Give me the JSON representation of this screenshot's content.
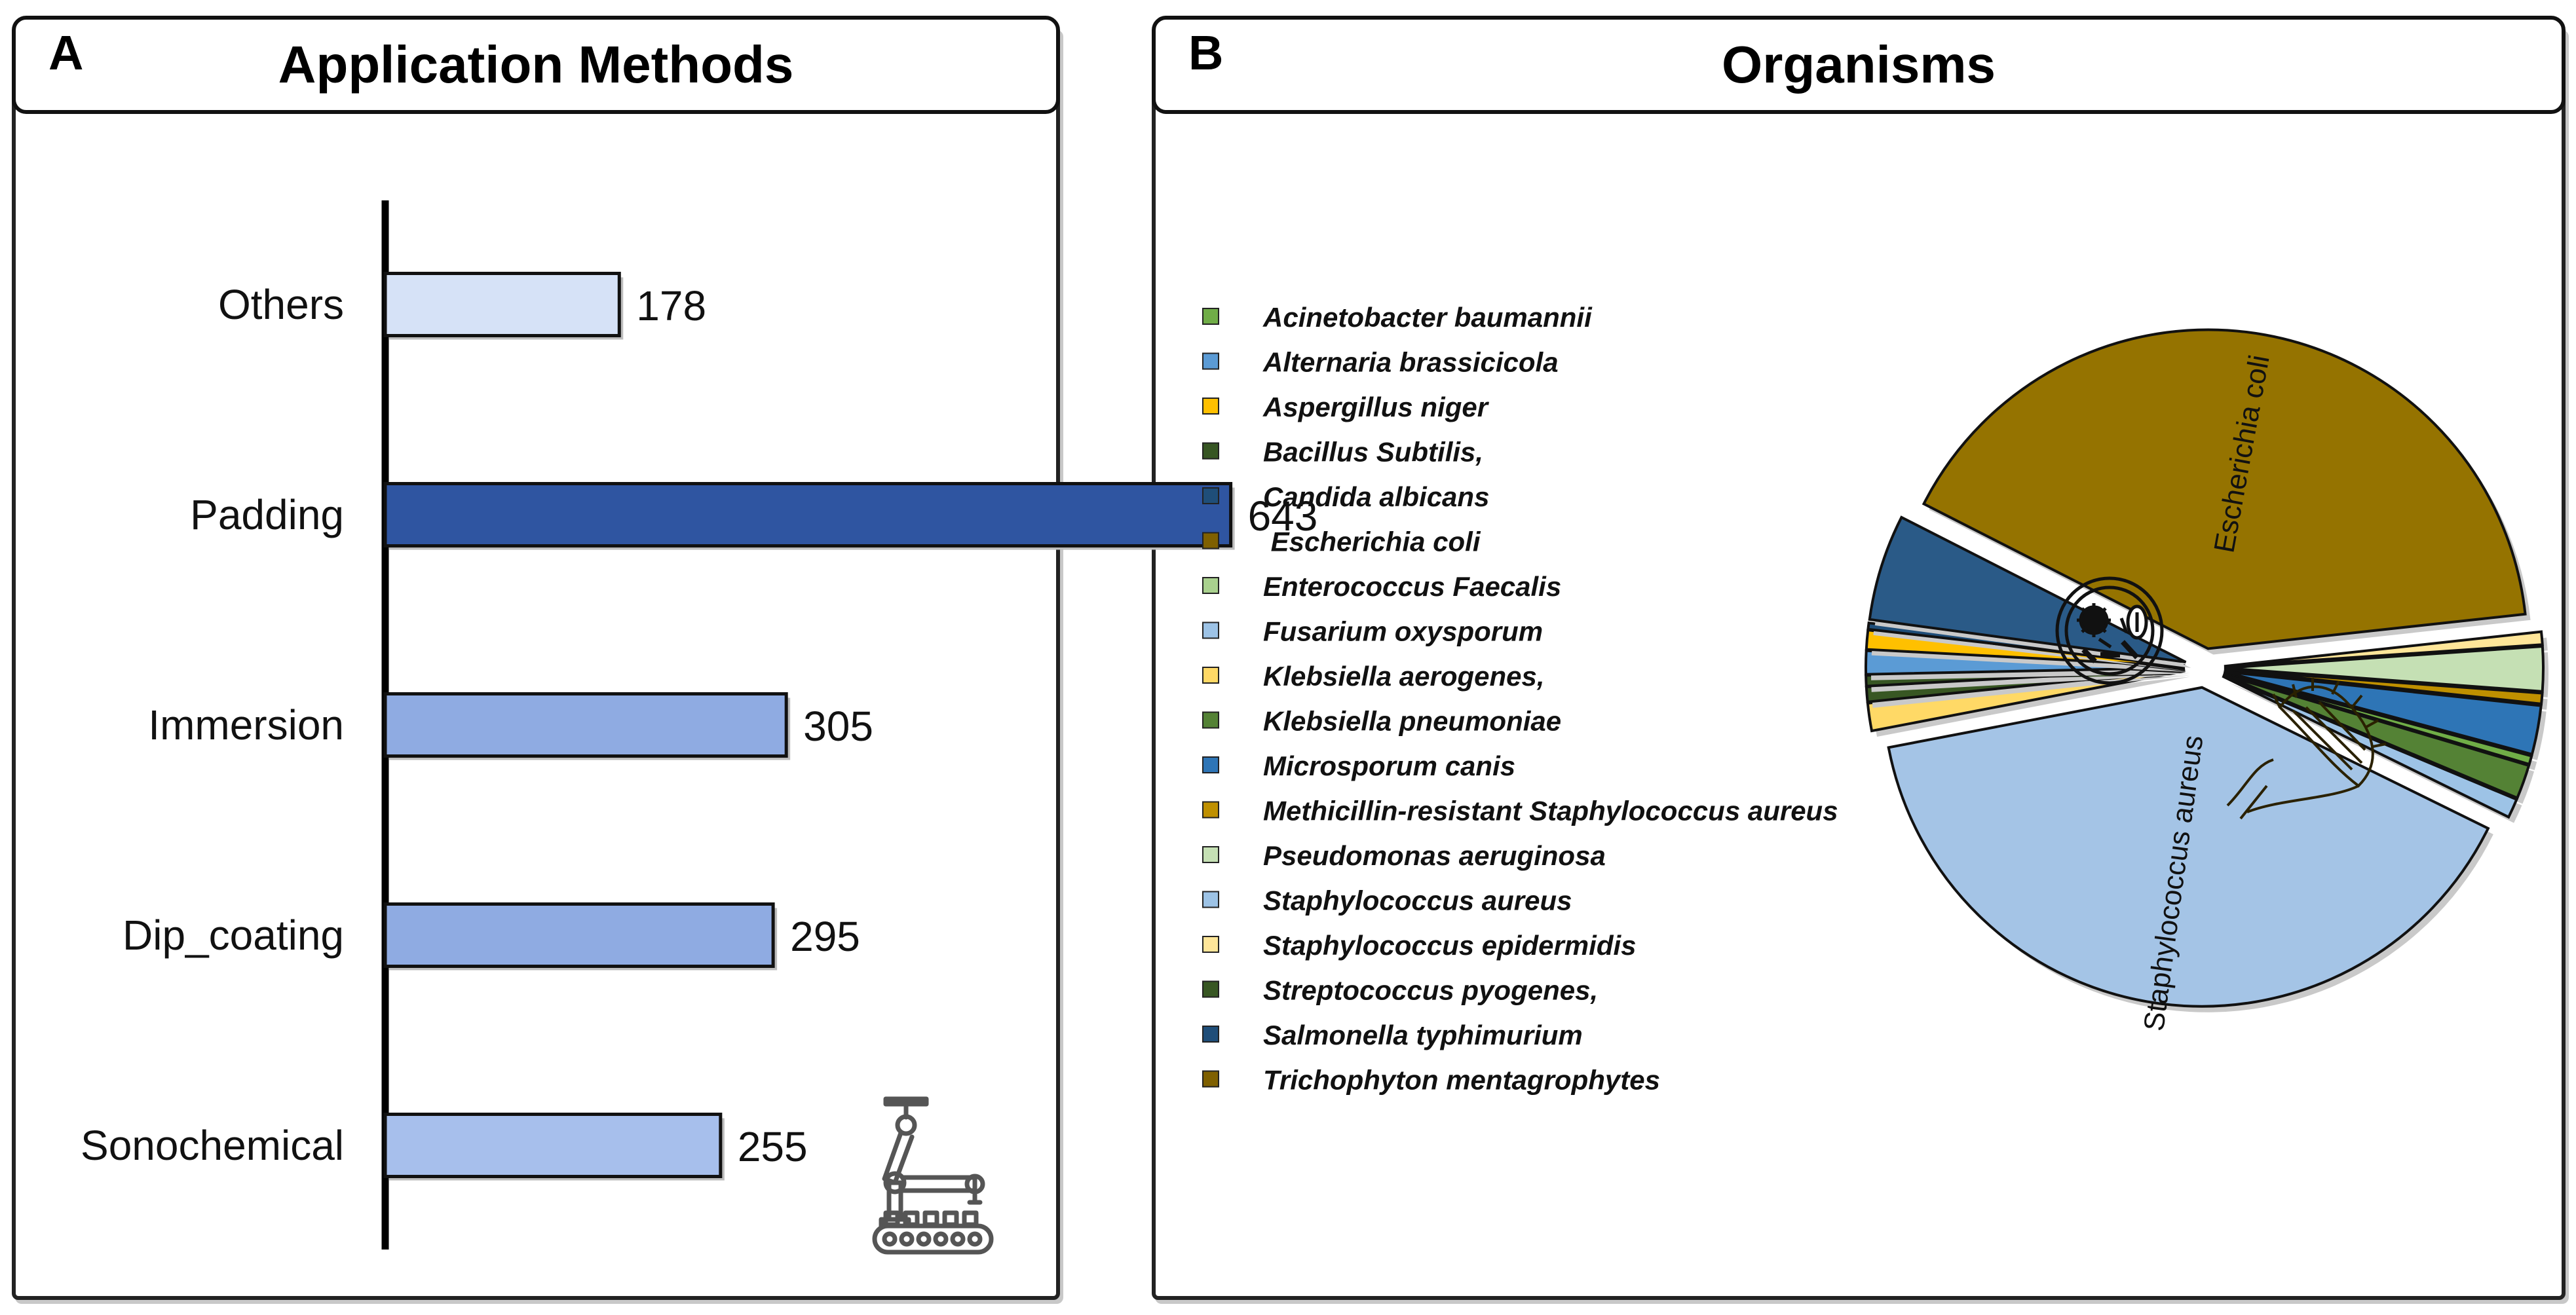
{
  "panels": {
    "a": {
      "letter": "A",
      "title": "Application Methods"
    },
    "b": {
      "letter": "B",
      "title": "Organisms"
    }
  },
  "chart_data": [
    {
      "type": "bar",
      "orientation": "horizontal",
      "title": "Application Methods",
      "categories": [
        "Others",
        "Padding",
        "Immersion",
        "Dip_coating",
        "Sonochemical"
      ],
      "values": [
        178,
        643,
        305,
        295,
        255
      ],
      "data_labels": [
        "178",
        "643",
        "305",
        "295",
        "255"
      ],
      "bar_colors": [
        "#d6e2f7",
        "#2f55a1",
        "#8fabe2",
        "#8fabe2",
        "#a7bfec"
      ],
      "xlim": [
        0,
        700
      ],
      "grid": false,
      "icon": "robotic-arm-conveyor-icon"
    },
    {
      "type": "pie",
      "title": "Organisms",
      "legend_position": "left",
      "legend": [
        {
          "name": "Acinetobacter baumannii",
          "color": "#70ad47"
        },
        {
          "name": "Alternaria brassicicola",
          "color": "#5b9bd5"
        },
        {
          "name": "Aspergillus niger",
          "color": "#ffc000"
        },
        {
          "name": "Bacillus Subtilis,",
          "color": "#375623"
        },
        {
          "name": "Candida albicans",
          "color": "#1f4e79"
        },
        {
          "name": " Escherichia coli",
          "color": "#7f6000"
        },
        {
          "name": "Enterococcus Faecalis",
          "color": "#a9d18e"
        },
        {
          "name": "Fusarium oxysporum",
          "color": "#9dc3e6"
        },
        {
          "name": "Klebsiella aerogenes,",
          "color": "#ffd966"
        },
        {
          "name": "Klebsiella pneumoniae",
          "color": "#548235"
        },
        {
          "name": "Microsporum canis",
          "color": "#2e75b6"
        },
        {
          "name": "Methicillin-resistant Staphylococcus aureus",
          "color": "#bf9000"
        },
        {
          "name": "Pseudomonas aeruginosa",
          "color": "#c5e0b4"
        },
        {
          "name": "Staphylococcus aureus",
          "color": "#9dc3e6"
        },
        {
          "name": "Staphylococcus epidermidis",
          "color": "#ffe699"
        },
        {
          "name": "Streptococcus pyogenes,",
          "color": "#385723"
        },
        {
          "name": "Salmonella typhimurium",
          "color": "#1f4e79"
        },
        {
          "name": "Trichophyton mentagrophytes",
          "color": "#7f6000"
        }
      ],
      "slices": [
        {
          "name": "Escherichia coli",
          "value": 38.0,
          "color": "#957300",
          "label": "Escherichia coli"
        },
        {
          "name": "Staphylococcus epidermidis",
          "value": 0.6,
          "color": "#ffe699"
        },
        {
          "name": "Pseudomonas aeruginosa",
          "value": 2.1,
          "color": "#c5e0b4"
        },
        {
          "name": "Methicillin-resistant Staphylococcus aureus",
          "value": 0.5,
          "color": "#bf9000"
        },
        {
          "name": "Microsporum canis",
          "value": 2.3,
          "color": "#2e75b6"
        },
        {
          "name": "Acinetobacter baumannii",
          "value": 0.4,
          "color": "#70ad47"
        },
        {
          "name": "Klebsiella pneumoniae",
          "value": 1.6,
          "color": "#548235"
        },
        {
          "name": "Fusarium oxysporum",
          "value": 0.9,
          "color": "#9dc3e6"
        },
        {
          "name": "Staphylococcus aureus",
          "value": 37.0,
          "color": "#a4c4e6",
          "label": "Staphylococcus aureus"
        },
        {
          "name": "Klebsiella aerogenes,",
          "value": 1.3,
          "color": "#ffd966"
        },
        {
          "name": "Streptococcus pyogenes,",
          "value": 0.7,
          "color": "#385723"
        },
        {
          "name": "Bacillus Subtilis,",
          "value": 0.5,
          "color": "#375623"
        },
        {
          "name": "Alternaria brassicicola",
          "value": 1.1,
          "color": "#5b9bd5"
        },
        {
          "name": "Aspergillus niger",
          "value": 0.9,
          "color": "#ffc000"
        },
        {
          "name": "Salmonella typhimurium",
          "value": 0.3,
          "color": "#1f4e79"
        },
        {
          "name": "Candida albicans",
          "value": 5.0,
          "color": "#2a5a87"
        }
      ]
    }
  ]
}
